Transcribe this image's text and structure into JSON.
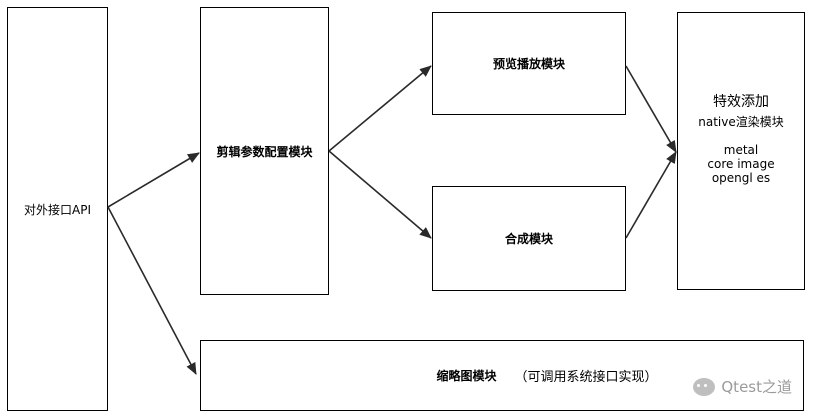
{
  "nodes": {
    "api": "对外接口API",
    "config": "剪辑参数配置模块",
    "preview": "预览播放模块",
    "combine": "合成模块",
    "effects": {
      "title": "特效添加",
      "subtitle": "native渲染模块",
      "lines": [
        "metal",
        "core image",
        "opengl es"
      ]
    },
    "thumbnail": {
      "label": "缩略图模块",
      "note": "（可调用系统接口实现）"
    }
  },
  "edges": [
    {
      "from": "api",
      "to": "config"
    },
    {
      "from": "api",
      "to": "thumbnail"
    },
    {
      "from": "config",
      "to": "preview"
    },
    {
      "from": "config",
      "to": "combine"
    },
    {
      "from": "preview",
      "to": "effects"
    },
    {
      "from": "combine",
      "to": "effects"
    }
  ],
  "watermark": "Qtest之道",
  "colors": {
    "stroke": "#000000",
    "fill": "#ffffff"
  }
}
